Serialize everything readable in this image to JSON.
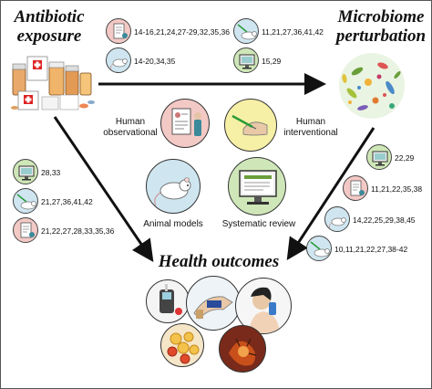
{
  "titles": {
    "exposure_line1": "Antibiotic",
    "exposure_line2": "exposure",
    "microbiome_line1": "Microbiome",
    "microbiome_line2": "perturbation",
    "health": "Health outcomes"
  },
  "study_types": {
    "human_obs_line1": "Human",
    "human_obs_line2": "observational",
    "human_int_line1": "Human",
    "human_int_line2": "interventional",
    "animal": "Animal models",
    "systematic": "Systematic review"
  },
  "refs": {
    "top_human_obs": "14-16,21,24,27-29,32,35,36",
    "top_human_int": "11,21,27,36,41,42",
    "top_animal": "14-20,34,35",
    "top_systematic": "15,29",
    "left_systematic": "28,33",
    "left_human_int": "21,27,36,41,42",
    "left_human_obs": "21,22,27,28,33,35,36",
    "right_systematic": "22,29",
    "right_human_obs": "11,21,22,35,38",
    "right_animal": "14,22,25,29,38,45",
    "right_human_int": "10,11,21,22,27,38-42"
  },
  "colors": {
    "human_obs_bg": "#f3c9c5",
    "human_int_bg": "#f6efa6",
    "animal_bg": "#cfe6f0",
    "systematic_bg": "#cfe7b8",
    "arrow": "#111111"
  },
  "icons": {
    "human_obs": "clinical-record-icon",
    "human_int": "injection-icon",
    "animal": "rat-icon",
    "systematic": "computer-monitor-icon"
  }
}
